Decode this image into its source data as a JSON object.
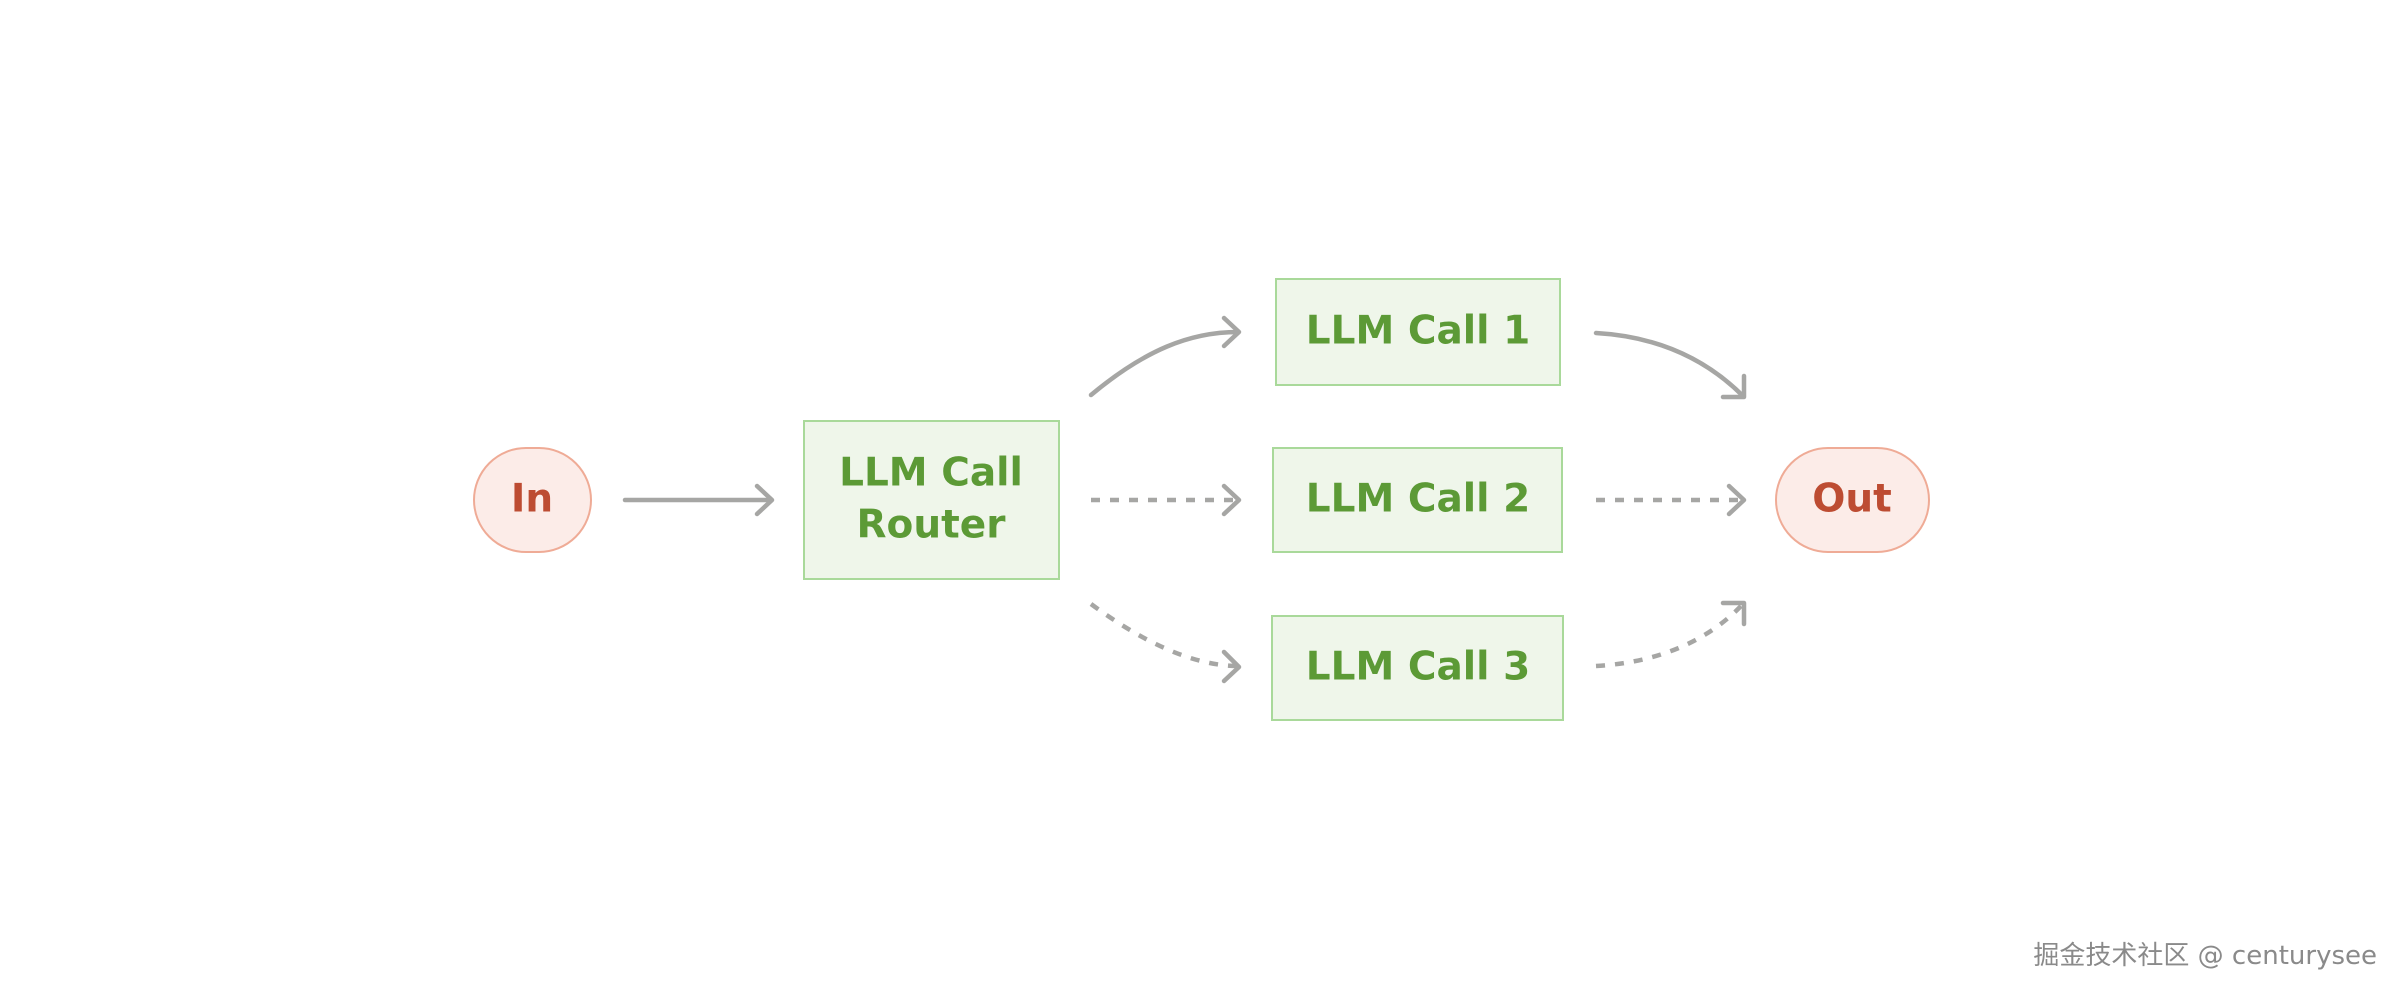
{
  "nodes": {
    "input": "In",
    "router_line1": "LLM Call",
    "router_line2": "Router",
    "call1": "LLM Call 1",
    "call2": "LLM Call 2",
    "call3": "LLM Call 3",
    "output": "Out"
  },
  "watermark": "掘金技术社区 @ centurysee",
  "colors": {
    "box_fill": "#eff6ea",
    "box_stroke": "#a9d99a",
    "box_text": "#5c9a36",
    "pill_fill": "#fcece8",
    "pill_stroke": "#efab96",
    "pill_text": "#bd4c32",
    "arrow": "#a6a6a4"
  },
  "edges": [
    {
      "from": "In",
      "to": "LLM Call Router",
      "style": "solid"
    },
    {
      "from": "LLM Call Router",
      "to": "LLM Call 1",
      "style": "solid"
    },
    {
      "from": "LLM Call Router",
      "to": "LLM Call 2",
      "style": "dashed"
    },
    {
      "from": "LLM Call Router",
      "to": "LLM Call 3",
      "style": "dashed"
    },
    {
      "from": "LLM Call 1",
      "to": "Out",
      "style": "solid"
    },
    {
      "from": "LLM Call 2",
      "to": "Out",
      "style": "dashed"
    },
    {
      "from": "LLM Call 3",
      "to": "Out",
      "style": "dashed"
    }
  ]
}
